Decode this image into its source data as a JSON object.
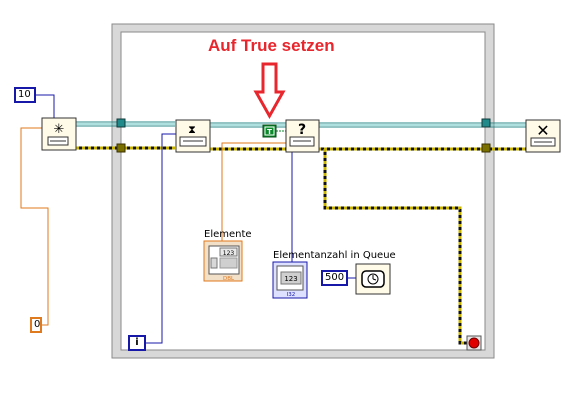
{
  "annotation": {
    "text": "Auf True setzen",
    "color": "#e8262d"
  },
  "constants": {
    "max_size": "10",
    "zero": "0",
    "timeout_ms": "500",
    "true_const": "T",
    "iteration": "i"
  },
  "indicators": {
    "elements_label": "Elemente",
    "elements_value": "123",
    "elements_type": "DBL",
    "queue_count_label": "Elementanzahl in Queue",
    "queue_count_value": "123",
    "queue_count_type": "I32"
  },
  "colors": {
    "int_wire": "#1818a8",
    "dbl_wire": "#e07a1e",
    "bool_wire": "#0a8a2a",
    "error_wire": "#c8b400",
    "loop_frame": "#7a7a7a",
    "stop_button": "#e00000"
  },
  "icons": [
    "obtain-queue-icon",
    "enqueue-element-icon",
    "get-queue-status-icon",
    "release-queue-icon",
    "wait-ms-icon",
    "stop-terminal-icon",
    "down-arrow-icon"
  ]
}
